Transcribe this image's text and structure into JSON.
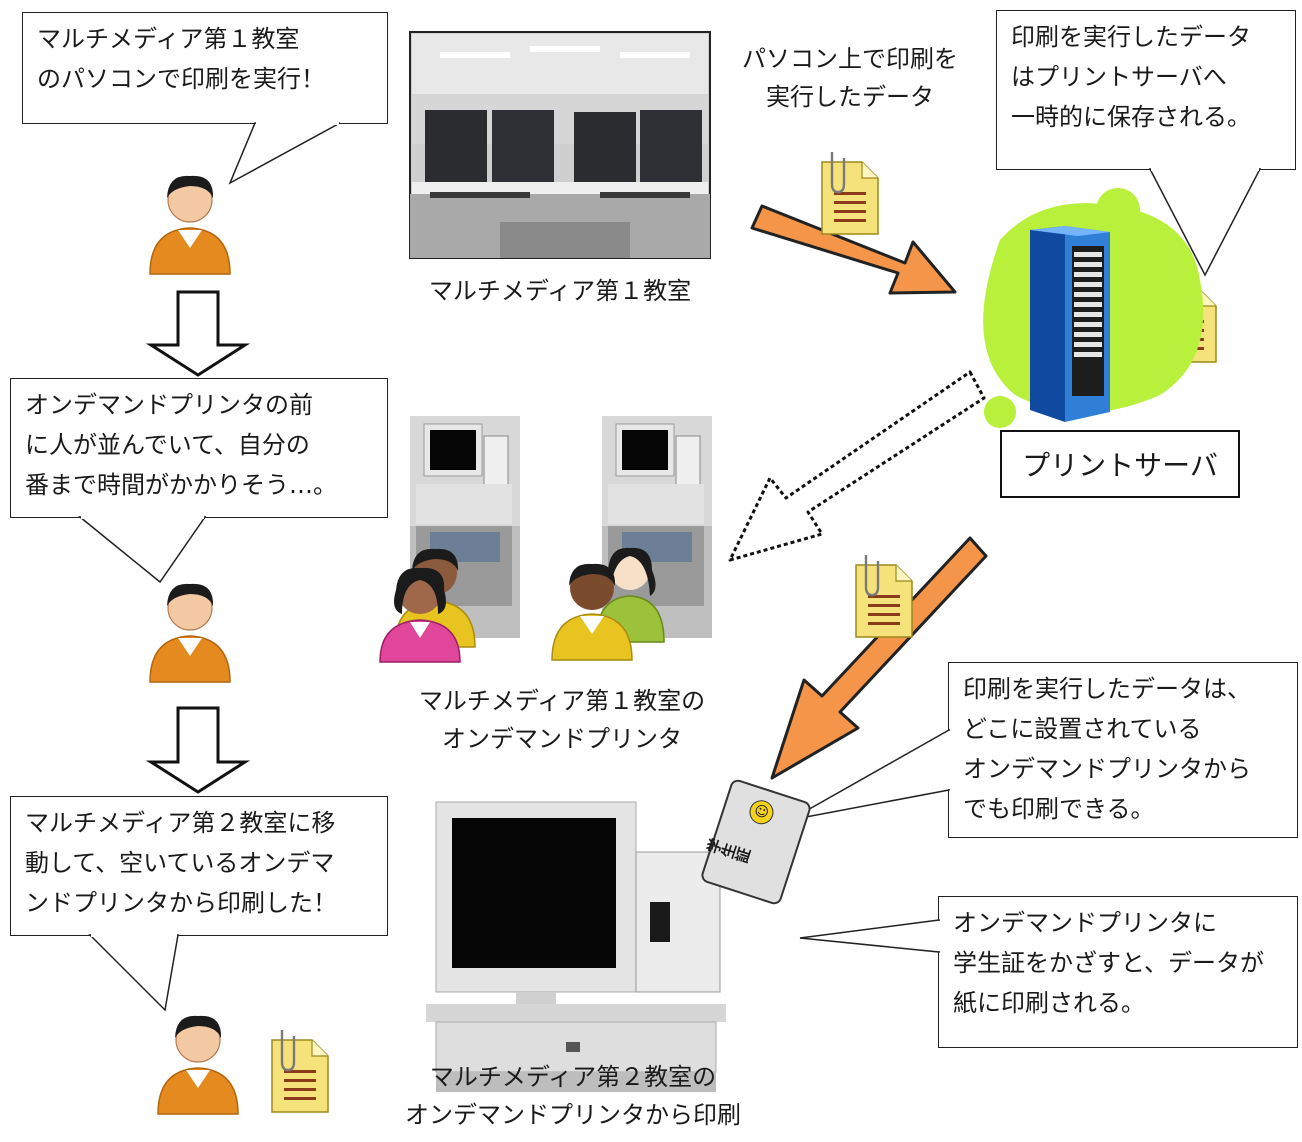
{
  "callouts": {
    "step1": [
      "マルチメディア第１教室",
      "のパソコンで印刷を実行！"
    ],
    "step2": [
      "オンデマンドプリンタの前",
      "に人が並んでいて、自分の",
      "番まで時間がかかりそう…。"
    ],
    "step3": [
      "マルチメディア第２教室に移",
      "動して、空いているオンデマ",
      "ンドプリンタから印刷した！"
    ],
    "server_store": [
      "印刷を実行したデータ",
      "はプリントサーバへ",
      "一時的に保存される。"
    ],
    "any_printer": [
      "印刷を実行したデータは、",
      "どこに設置されている",
      "オンデマンドプリンタから",
      "でも印刷できる。"
    ],
    "card": [
      "オンデマンドプリンタに",
      "学生証をかざすと、データが",
      "紙に印刷される。"
    ]
  },
  "labels": {
    "room1": "マルチメディア第１教室",
    "pc_data": [
      "パソコン上で印刷を",
      "実行したデータ"
    ],
    "room1_printer": [
      "マルチメディア第１教室の",
      "オンデマンドプリンタ"
    ],
    "room2_printer": [
      "マルチメディア第２教室の",
      "オンデマンドプリンタから印刷"
    ],
    "print_server": "プリントサーバ",
    "student_card": "学生証"
  },
  "colors": {
    "arrow_orange": "#f4954a",
    "doc_yellow": "#f6e27a",
    "server_blue": "#2f7fd6",
    "server_blob": "#b8f03c",
    "person_orange": "#e58a1f",
    "person_pink": "#e0479a",
    "person_yellow": "#e8c420"
  }
}
